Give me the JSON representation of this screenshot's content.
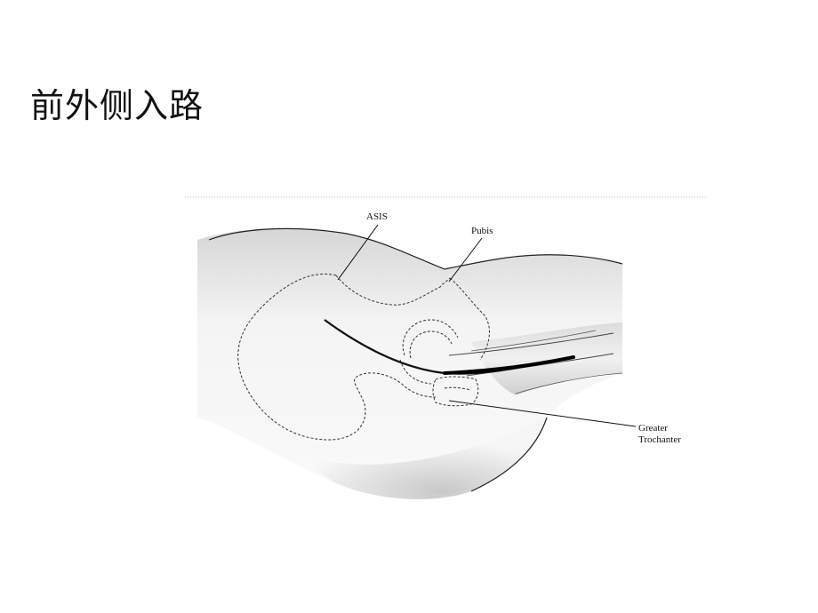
{
  "slide": {
    "title": "前外侧入路"
  },
  "figure": {
    "labels": {
      "asis": "ASIS",
      "pubis": "Pubis",
      "greater_line1": "Greater",
      "greater_line2": "Trochanter"
    }
  }
}
